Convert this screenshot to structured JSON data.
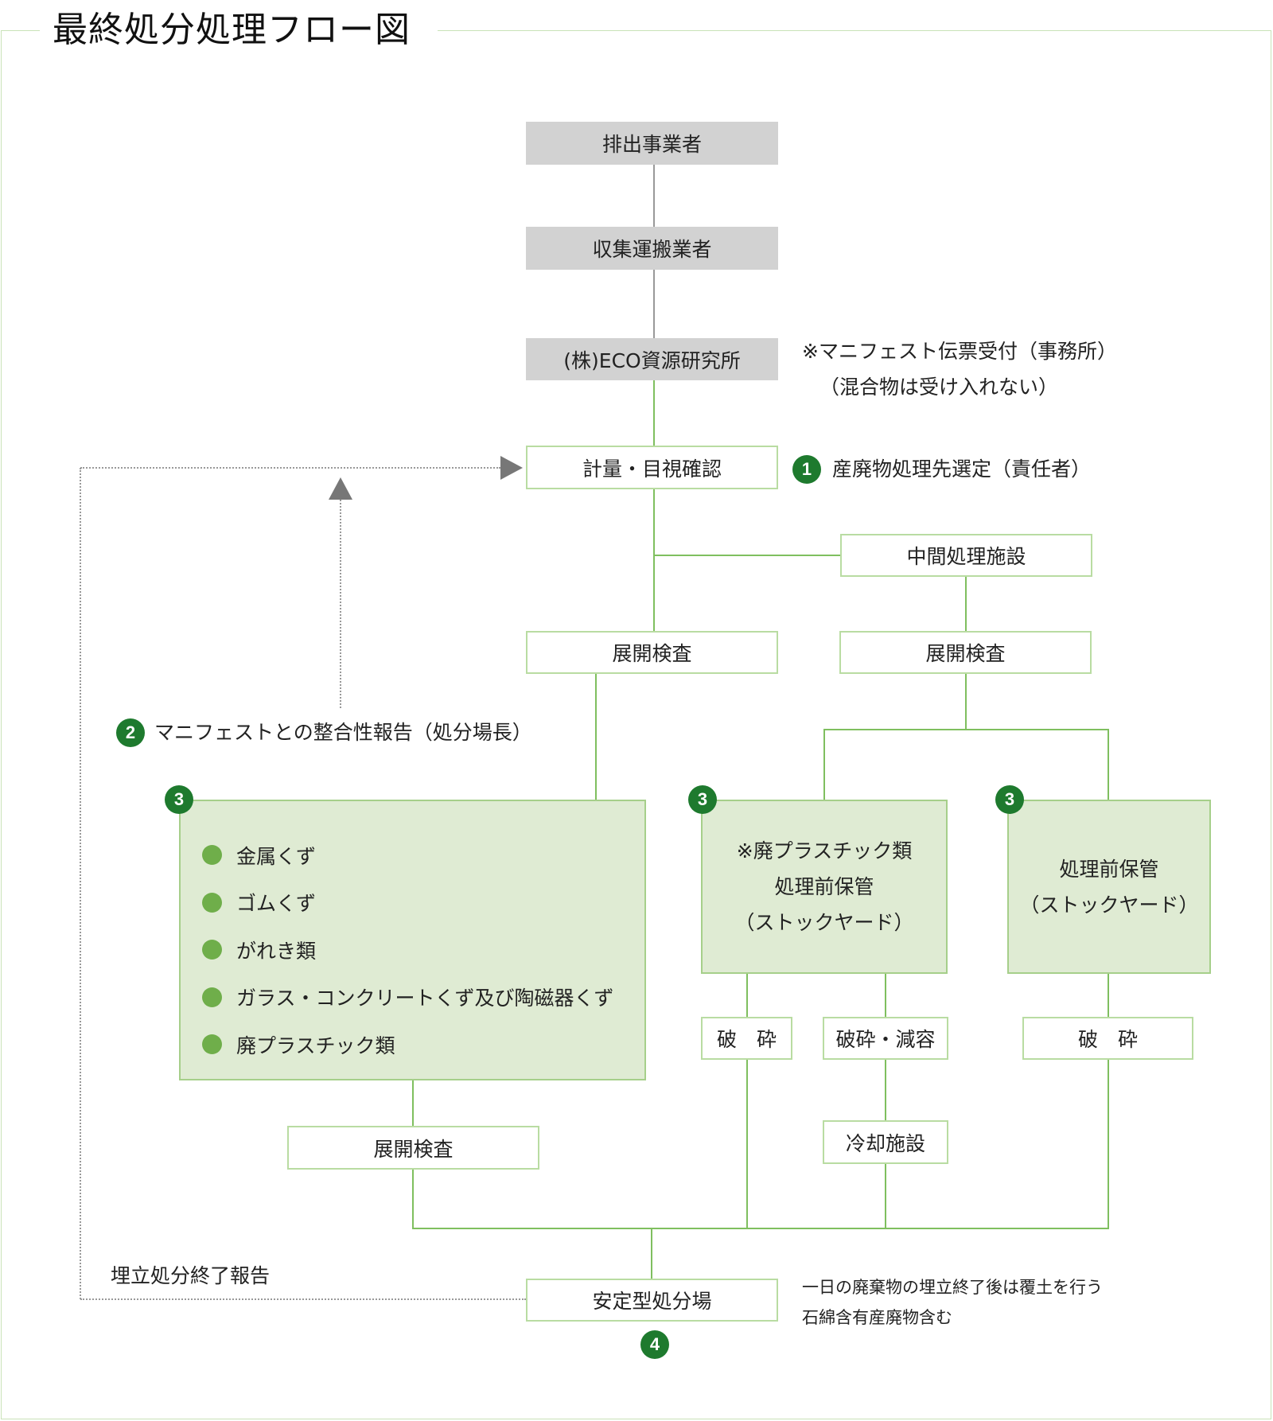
{
  "title": "最終処分処理フロー図",
  "colors": {
    "accent_green": "#1e7a2e",
    "box_fill_green": "#dfebd3",
    "line_green": "#7fbf5f",
    "gray_box": "#d2d2d2"
  },
  "nodes": {
    "emitter": "排出事業者",
    "collector": "収集運搬業者",
    "company": "(株)ECO資源研究所",
    "weighing": "計量・目視確認",
    "intermediate": "中間処理施設",
    "inspection_left": "展開検査",
    "inspection_right": "展開検査",
    "inspection_bottom": "展開検査",
    "crush_left": "破　砕",
    "crush_reduce": "破砕・減容",
    "cooling": "冷却施設",
    "crush_right": "破　砕",
    "landfill": "安定型処分場"
  },
  "notes": {
    "manifest_line1": "※マニフェスト伝票受付（事務所）",
    "manifest_line2": "（混合物は受け入れない）",
    "step1": "産廃物処理先選定（責任者）",
    "step2": "マニフェストとの整合性報告（処分場長）",
    "landfill_report": "埋立処分終了報告",
    "landfill_note1": "一日の廃棄物の埋立終了後は覆土を行う",
    "landfill_note2": "石綿含有産廃物含む"
  },
  "badges": {
    "b1": "1",
    "b2": "2",
    "b3": "3",
    "b4": "4"
  },
  "waste_types": [
    "金属くず",
    "ゴムくず",
    "がれき類",
    "ガラス・コンクリートくず及び陶磁器くず",
    "廃プラスチック類"
  ],
  "storage_plastic": [
    "※廃プラスチック類",
    "処理前保管",
    "（ストックヤード）"
  ],
  "storage_general": [
    "処理前保管",
    "（ストックヤード）"
  ]
}
